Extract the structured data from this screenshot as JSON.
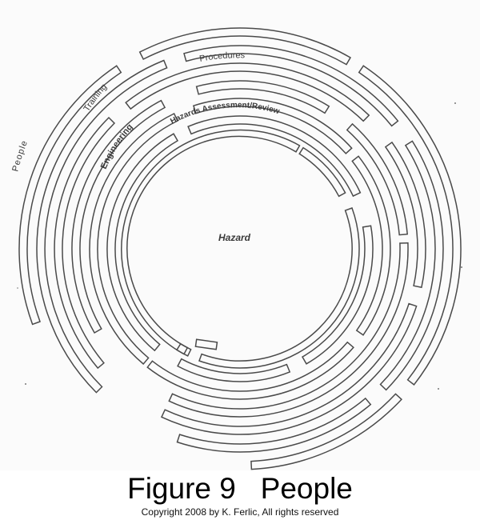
{
  "figure": {
    "title": "Figure 9   People",
    "copyright": "Copyright 2008 by K. Ferlic, All rights reserved"
  },
  "diagram": {
    "center_label": "Hazard",
    "ring_labels": {
      "people": "People",
      "training": "Training",
      "procedures": "Procedures",
      "engineering": "Engineering",
      "hazards_assessment": "Hazards Assessment/Review"
    }
  }
}
